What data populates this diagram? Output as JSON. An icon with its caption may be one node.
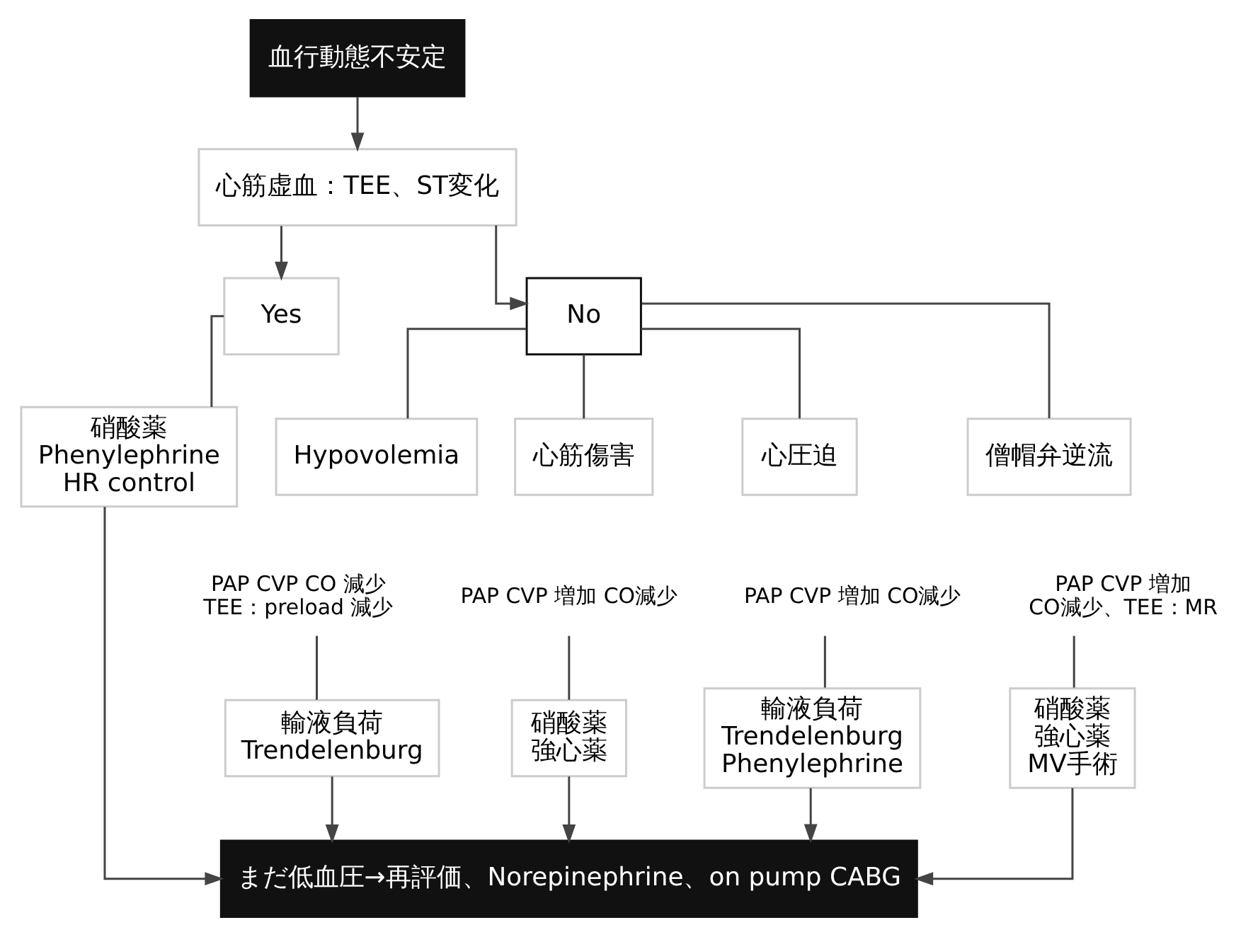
{
  "diagram": {
    "nodes": [
      {
        "text": [
          "血行動態不安定"
        ]
      },
      {
        "text": [
          "心筋虚血：TEE、ST変化"
        ]
      },
      {
        "text": [
          "Yes"
        ]
      },
      {
        "text": [
          "No"
        ]
      },
      {
        "text": [
          "硝酸薬",
          "Phenylephrine",
          "HR control"
        ]
      },
      {
        "text": [
          "Hypovolemia"
        ]
      },
      {
        "text": [
          "PAP CVP CO 減少 TEE：preload 減少"
        ]
      },
      {
        "text": [
          "輸液負荷",
          "Trendelenburg"
        ]
      },
      {
        "text": [
          "心筋傷害"
        ]
      },
      {
        "text": [
          "PAP CVP 増加 CO減少"
        ]
      },
      {
        "text": [
          "硝酸薬",
          "強心薬"
        ]
      },
      {
        "text": [
          "心圧迫"
        ]
      },
      {
        "text": [
          "PAP CVP 増加 CO減少"
        ]
      },
      {
        "text": [
          "輸液負荷",
          "Trendelenburg",
          "Phenylephrine"
        ]
      },
      {
        "text": [
          "僧帽弁逆流"
        ]
      },
      {
        "text": [
          "PAP CVP 増加 CO減少、TEE：MR"
        ]
      },
      {
        "text": [
          "硝酸薬",
          "強心薬",
          "MV手術"
        ]
      },
      {
        "text": [
          "まだ低血圧→再評価、Norepinephrine、on pump CABG"
        ]
      }
    ],
    "edges": [
      {
        "from": 0,
        "to": 1,
        "arrow": "to"
      },
      {
        "from": 1,
        "to": 2,
        "arrow": "to"
      },
      {
        "from": 1,
        "to": 3,
        "arrow": "to"
      },
      {
        "from": 2,
        "to": 4,
        "arrow": "none"
      },
      {
        "from": 3,
        "to": 5,
        "arrow": "none"
      },
      {
        "from": 3,
        "to": 8,
        "arrow": "none"
      },
      {
        "from": 3,
        "to": 11,
        "arrow": "none"
      },
      {
        "from": 3,
        "to": 14,
        "arrow": "none"
      },
      {
        "from": 6,
        "to": 7,
        "arrow": "none"
      },
      {
        "from": 9,
        "to": 10,
        "arrow": "none"
      },
      {
        "from": 12,
        "to": 13,
        "arrow": "none"
      },
      {
        "from": 15,
        "to": 16,
        "arrow": "none"
      },
      {
        "from": 4,
        "to": 17,
        "arrow": "to"
      },
      {
        "from": 7,
        "to": 17,
        "arrow": "to"
      },
      {
        "from": 10,
        "to": 17,
        "arrow": "to"
      },
      {
        "from": 13,
        "to": 17,
        "arrow": "to"
      },
      {
        "from": 16,
        "to": 17,
        "arrow": "to"
      }
    ]
  }
}
